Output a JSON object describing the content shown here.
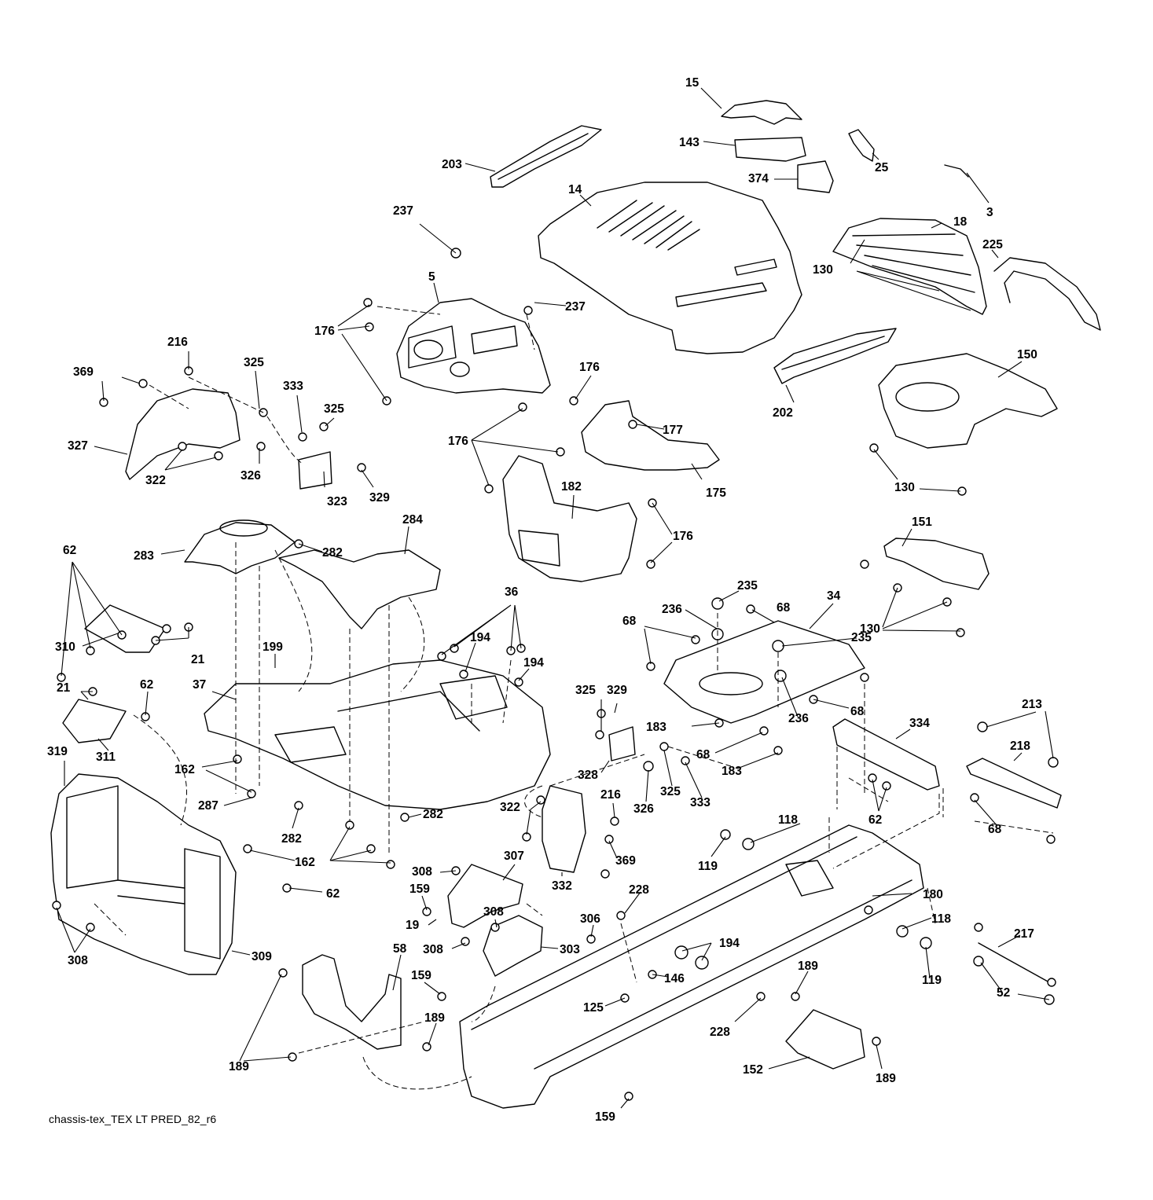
{
  "caption": "chassis-tex_TEX LT PRED_82_r6",
  "callouts": [
    {
      "label": "15"
    },
    {
      "label": "143"
    },
    {
      "label": "203"
    },
    {
      "label": "14"
    },
    {
      "label": "374"
    },
    {
      "label": "25"
    },
    {
      "label": "3"
    },
    {
      "label": "237"
    },
    {
      "label": "18"
    },
    {
      "label": "225"
    },
    {
      "label": "130"
    },
    {
      "label": "5"
    },
    {
      "label": "237"
    },
    {
      "label": "176"
    },
    {
      "label": "216"
    },
    {
      "label": "325"
    },
    {
      "label": "369"
    },
    {
      "label": "333"
    },
    {
      "label": "325"
    },
    {
      "label": "176"
    },
    {
      "label": "150"
    },
    {
      "label": "202"
    },
    {
      "label": "177"
    },
    {
      "label": "327"
    },
    {
      "label": "326"
    },
    {
      "label": "322"
    },
    {
      "label": "176"
    },
    {
      "label": "323"
    },
    {
      "label": "329"
    },
    {
      "label": "182"
    },
    {
      "label": "175"
    },
    {
      "label": "130"
    },
    {
      "label": "284"
    },
    {
      "label": "151"
    },
    {
      "label": "62"
    },
    {
      "label": "283"
    },
    {
      "label": "282"
    },
    {
      "label": "176"
    },
    {
      "label": "36"
    },
    {
      "label": "235"
    },
    {
      "label": "130"
    },
    {
      "label": "236"
    },
    {
      "label": "68"
    },
    {
      "label": "34"
    },
    {
      "label": "194"
    },
    {
      "label": "68"
    },
    {
      "label": "310"
    },
    {
      "label": "21"
    },
    {
      "label": "235"
    },
    {
      "label": "199"
    },
    {
      "label": "194"
    },
    {
      "label": "37"
    },
    {
      "label": "21"
    },
    {
      "label": "62"
    },
    {
      "label": "325"
    },
    {
      "label": "329"
    },
    {
      "label": "68"
    },
    {
      "label": "236"
    },
    {
      "label": "334"
    },
    {
      "label": "213"
    },
    {
      "label": "183"
    },
    {
      "label": "319"
    },
    {
      "label": "311"
    },
    {
      "label": "218"
    },
    {
      "label": "162"
    },
    {
      "label": "68"
    },
    {
      "label": "183"
    },
    {
      "label": "328"
    },
    {
      "label": "326"
    },
    {
      "label": "325"
    },
    {
      "label": "333"
    },
    {
      "label": "216"
    },
    {
      "label": "287"
    },
    {
      "label": "322"
    },
    {
      "label": "282"
    },
    {
      "label": "62"
    },
    {
      "label": "282"
    },
    {
      "label": "68"
    },
    {
      "label": "118"
    },
    {
      "label": "162"
    },
    {
      "label": "369"
    },
    {
      "label": "119"
    },
    {
      "label": "307"
    },
    {
      "label": "308"
    },
    {
      "label": "62"
    },
    {
      "label": "332"
    },
    {
      "label": "228"
    },
    {
      "label": "180"
    },
    {
      "label": "159"
    },
    {
      "label": "19"
    },
    {
      "label": "308"
    },
    {
      "label": "306"
    },
    {
      "label": "118"
    },
    {
      "label": "308"
    },
    {
      "label": "194"
    },
    {
      "label": "303"
    },
    {
      "label": "308"
    },
    {
      "label": "309"
    },
    {
      "label": "58"
    },
    {
      "label": "217"
    },
    {
      "label": "119"
    },
    {
      "label": "159"
    },
    {
      "label": "146"
    },
    {
      "label": "189"
    },
    {
      "label": "125"
    },
    {
      "label": "52"
    },
    {
      "label": "189"
    },
    {
      "label": "228"
    },
    {
      "label": "152"
    },
    {
      "label": "189"
    },
    {
      "label": "189"
    },
    {
      "label": "159"
    }
  ]
}
